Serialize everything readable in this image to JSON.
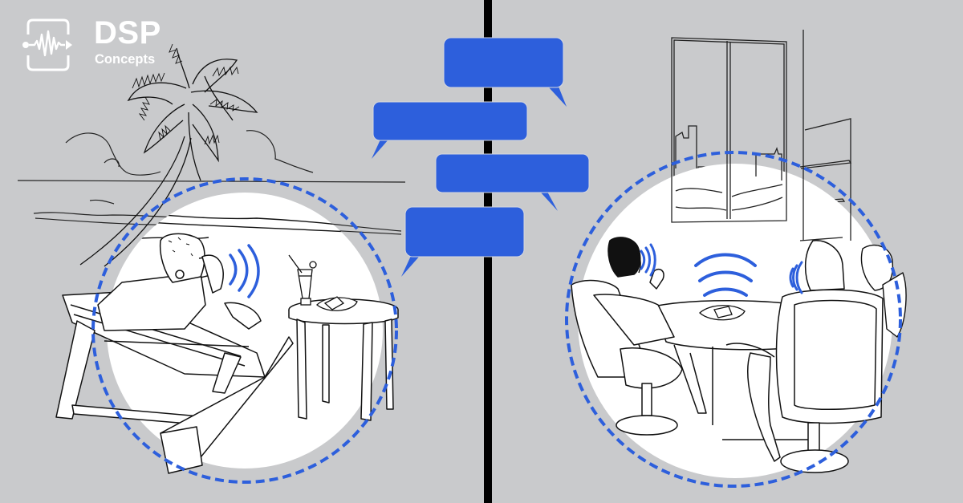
{
  "logo": {
    "title": "DSP",
    "subtitle": "Concepts",
    "icon": "waveform-box-icon",
    "color": "#ffffff"
  },
  "colors": {
    "background": "#c9cacc",
    "accent_blue": "#2d5fdc",
    "divider": "#000000",
    "zone_fill": "#ffffff",
    "line_art": "#111111"
  },
  "scenes": {
    "left": {
      "label": "beach-lounger-scene",
      "elements": [
        "palm-tree",
        "horizon",
        "clouds",
        "lounge-chair",
        "person-with-headset",
        "side-table",
        "cocktail-glass",
        "conference-speaker",
        "sound-waves"
      ]
    },
    "right": {
      "label": "conference-room-scene",
      "elements": [
        "window-with-city-skyline",
        "shelves",
        "round-table",
        "conference-speaker",
        "three-people-in-chairs",
        "sound-waves"
      ]
    }
  },
  "speech_bubbles": [
    {
      "id": 1,
      "text": "",
      "tail": "bottom-right"
    },
    {
      "id": 2,
      "text": "",
      "tail": "bottom-left"
    },
    {
      "id": 3,
      "text": "",
      "tail": "bottom-right"
    },
    {
      "id": 4,
      "text": "",
      "tail": "bottom-left"
    }
  ]
}
